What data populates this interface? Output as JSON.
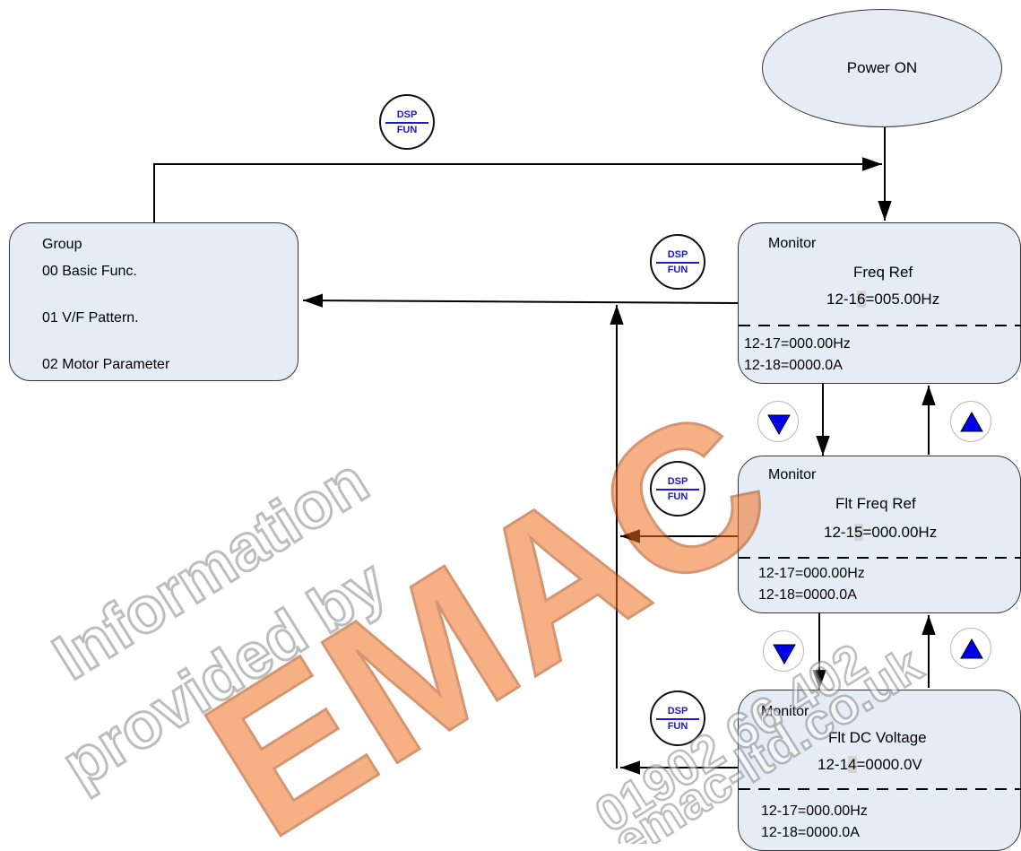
{
  "power_on": "Power ON",
  "group_box": {
    "title": "Group",
    "items": [
      "00 Basic Func.",
      "01 V/F Pattern.",
      "02 Motor Parameter"
    ]
  },
  "monitors": [
    {
      "title": "Monitor",
      "name": "Freq Ref",
      "param_prefix": "12-1",
      "param_digit": "6",
      "param_value": "=005.00Hz",
      "line1": "12-17=000.00Hz",
      "line2": "12-18=0000.0A"
    },
    {
      "title": "Monitor",
      "name": "Flt Freq Ref",
      "param_prefix": "12-1",
      "param_digit": "5",
      "param_value": "=000.00Hz",
      "line1": "12-17=000.00Hz",
      "line2": "12-18=0000.0A"
    },
    {
      "title": "Monitor",
      "name": "Flt DC Voltage",
      "param_prefix": "12-1",
      "param_digit": "4",
      "param_value": "=0000.0V",
      "line1": "12-17=000.00Hz",
      "line2": "12-18=0000.0A"
    }
  ],
  "dsp_fun_key": {
    "top": "DSP",
    "bottom": "FUN"
  },
  "watermark": {
    "line1": "Information",
    "line2": "provided by",
    "logo": "EMAC",
    "phone": "01902 66 402",
    "web": "emac-ltd.co.uk"
  },
  "colors": {
    "box_fill": "#e6ecf5",
    "key_text": "#1a1ac8",
    "arrow_button": "#0000ee",
    "watermark_orange": "#f07020"
  }
}
